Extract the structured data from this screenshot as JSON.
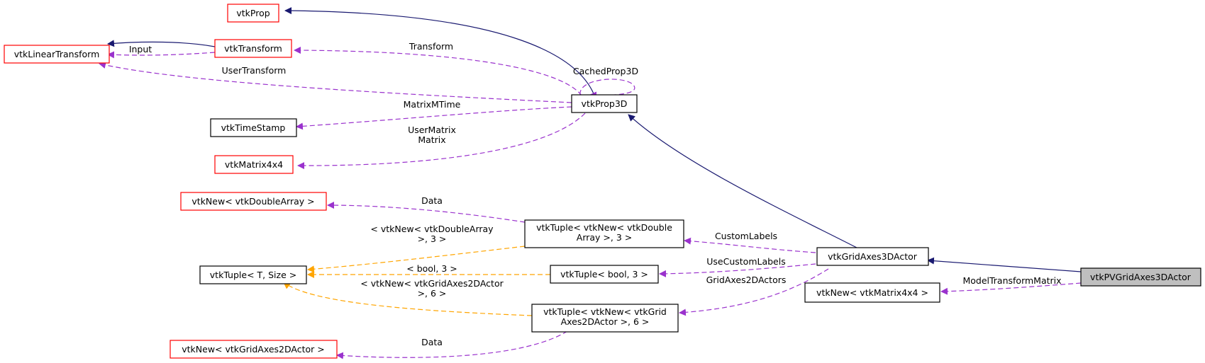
{
  "nodes": {
    "vtkProp": {
      "label": [
        "vtkProp"
      ],
      "style": "red"
    },
    "vtkLinearTransform": {
      "label": [
        "vtkLinearTransform"
      ],
      "style": "red"
    },
    "vtkTransform": {
      "label": [
        "vtkTransform"
      ],
      "style": "red"
    },
    "vtkProp3D": {
      "label": [
        "vtkProp3D"
      ],
      "style": "black"
    },
    "vtkTimeStamp": {
      "label": [
        "vtkTimeStamp"
      ],
      "style": "black"
    },
    "vtkMatrix4x4": {
      "label": [
        "vtkMatrix4x4"
      ],
      "style": "red"
    },
    "vtkNewDoubleArray": {
      "label": [
        "vtkNew< vtkDoubleArray >"
      ],
      "style": "red"
    },
    "vtkTupleNewDouble": {
      "label": [
        "vtkTuple< vtkNew< vtkDouble",
        "Array >, 3 >"
      ],
      "style": "black"
    },
    "vtkTupleTSize": {
      "label": [
        "vtkTuple< T, Size >"
      ],
      "style": "black"
    },
    "vtkTupleBool": {
      "label": [
        "vtkTuple< bool, 3 >"
      ],
      "style": "black"
    },
    "vtkTupleNewGrid": {
      "label": [
        "vtkTuple< vtkNew< vtkGrid",
        "Axes2DActor >, 6 >"
      ],
      "style": "black"
    },
    "vtkNewGridAxes2D": {
      "label": [
        "vtkNew< vtkGridAxes2DActor >"
      ],
      "style": "red"
    },
    "vtkGridAxes3DActor": {
      "label": [
        "vtkGridAxes3DActor"
      ],
      "style": "black"
    },
    "vtkNewMatrix4x4": {
      "label": [
        "vtkNew< vtkMatrix4x4 >"
      ],
      "style": "black"
    },
    "vtkPVGridAxes3DActor": {
      "label": [
        "vtkPVGridAxes3DActor"
      ],
      "style": "gray"
    }
  },
  "edges": {
    "prop3d_prop": {
      "kind": "inherit",
      "labels": []
    },
    "transform_linear": {
      "kind": "inherit",
      "labels": []
    },
    "transform_input": {
      "kind": "use",
      "labels": [
        "Input"
      ]
    },
    "prop3d_transform": {
      "kind": "use",
      "labels": [
        "Transform"
      ]
    },
    "prop3d_cached": {
      "kind": "use",
      "labels": [
        "CachedProp3D"
      ]
    },
    "prop3d_usertransform": {
      "kind": "use",
      "labels": [
        "UserTransform"
      ]
    },
    "prop3d_timestamp": {
      "kind": "use",
      "labels": [
        "MatrixMTime"
      ]
    },
    "prop3d_matrix": {
      "kind": "use",
      "labels": [
        "UserMatrix",
        "Matrix"
      ]
    },
    "grid3d_prop3d": {
      "kind": "inherit",
      "labels": []
    },
    "tuplenewdouble_data": {
      "kind": "use",
      "labels": [
        "Data"
      ]
    },
    "tuplenewdouble_tsize": {
      "kind": "template",
      "labels": [
        "< vtkNew< vtkDoubleArray",
        ">, 3 >"
      ]
    },
    "tuplebool_tsize": {
      "kind": "template",
      "labels": [
        "< bool, 3 >"
      ]
    },
    "tuplenewgrid_tsize": {
      "kind": "template",
      "labels": [
        "< vtkNew< vtkGridAxes2DActor",
        ">, 6 >"
      ]
    },
    "tuplenewgrid_data": {
      "kind": "use",
      "labels": [
        "Data"
      ]
    },
    "grid3d_customlabels": {
      "kind": "use",
      "labels": [
        "CustomLabels"
      ]
    },
    "grid3d_usecustomlabels": {
      "kind": "use",
      "labels": [
        "UseCustomLabels"
      ]
    },
    "grid3d_gridaxes2d": {
      "kind": "use",
      "labels": [
        "GridAxes2DActors"
      ]
    },
    "pv_grid3d": {
      "kind": "inherit",
      "labels": []
    },
    "pv_modeltransform": {
      "kind": "use",
      "labels": [
        "ModelTransformMatrix"
      ]
    }
  },
  "colors": {
    "inherit": "#191970",
    "use": "#9a32cd",
    "template": "#ffa500",
    "red_border": "#ff0000",
    "black_border": "#000000",
    "gray_fill": "#bfbfbf"
  }
}
